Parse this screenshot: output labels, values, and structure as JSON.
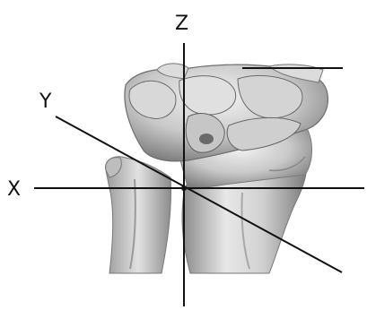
{
  "diagram": {
    "axes": [
      {
        "id": "x",
        "label": "X"
      },
      {
        "id": "y",
        "label": "Y"
      },
      {
        "id": "z",
        "label": "Z"
      }
    ],
    "illustration": "wrist-bones-3d-render",
    "colors": {
      "axis_line": "#111111",
      "bone_light": "#e6e6e6",
      "bone_mid": "#b5b5b5",
      "bone_dark": "#6e6e6e",
      "background": "#ffffff"
    }
  }
}
